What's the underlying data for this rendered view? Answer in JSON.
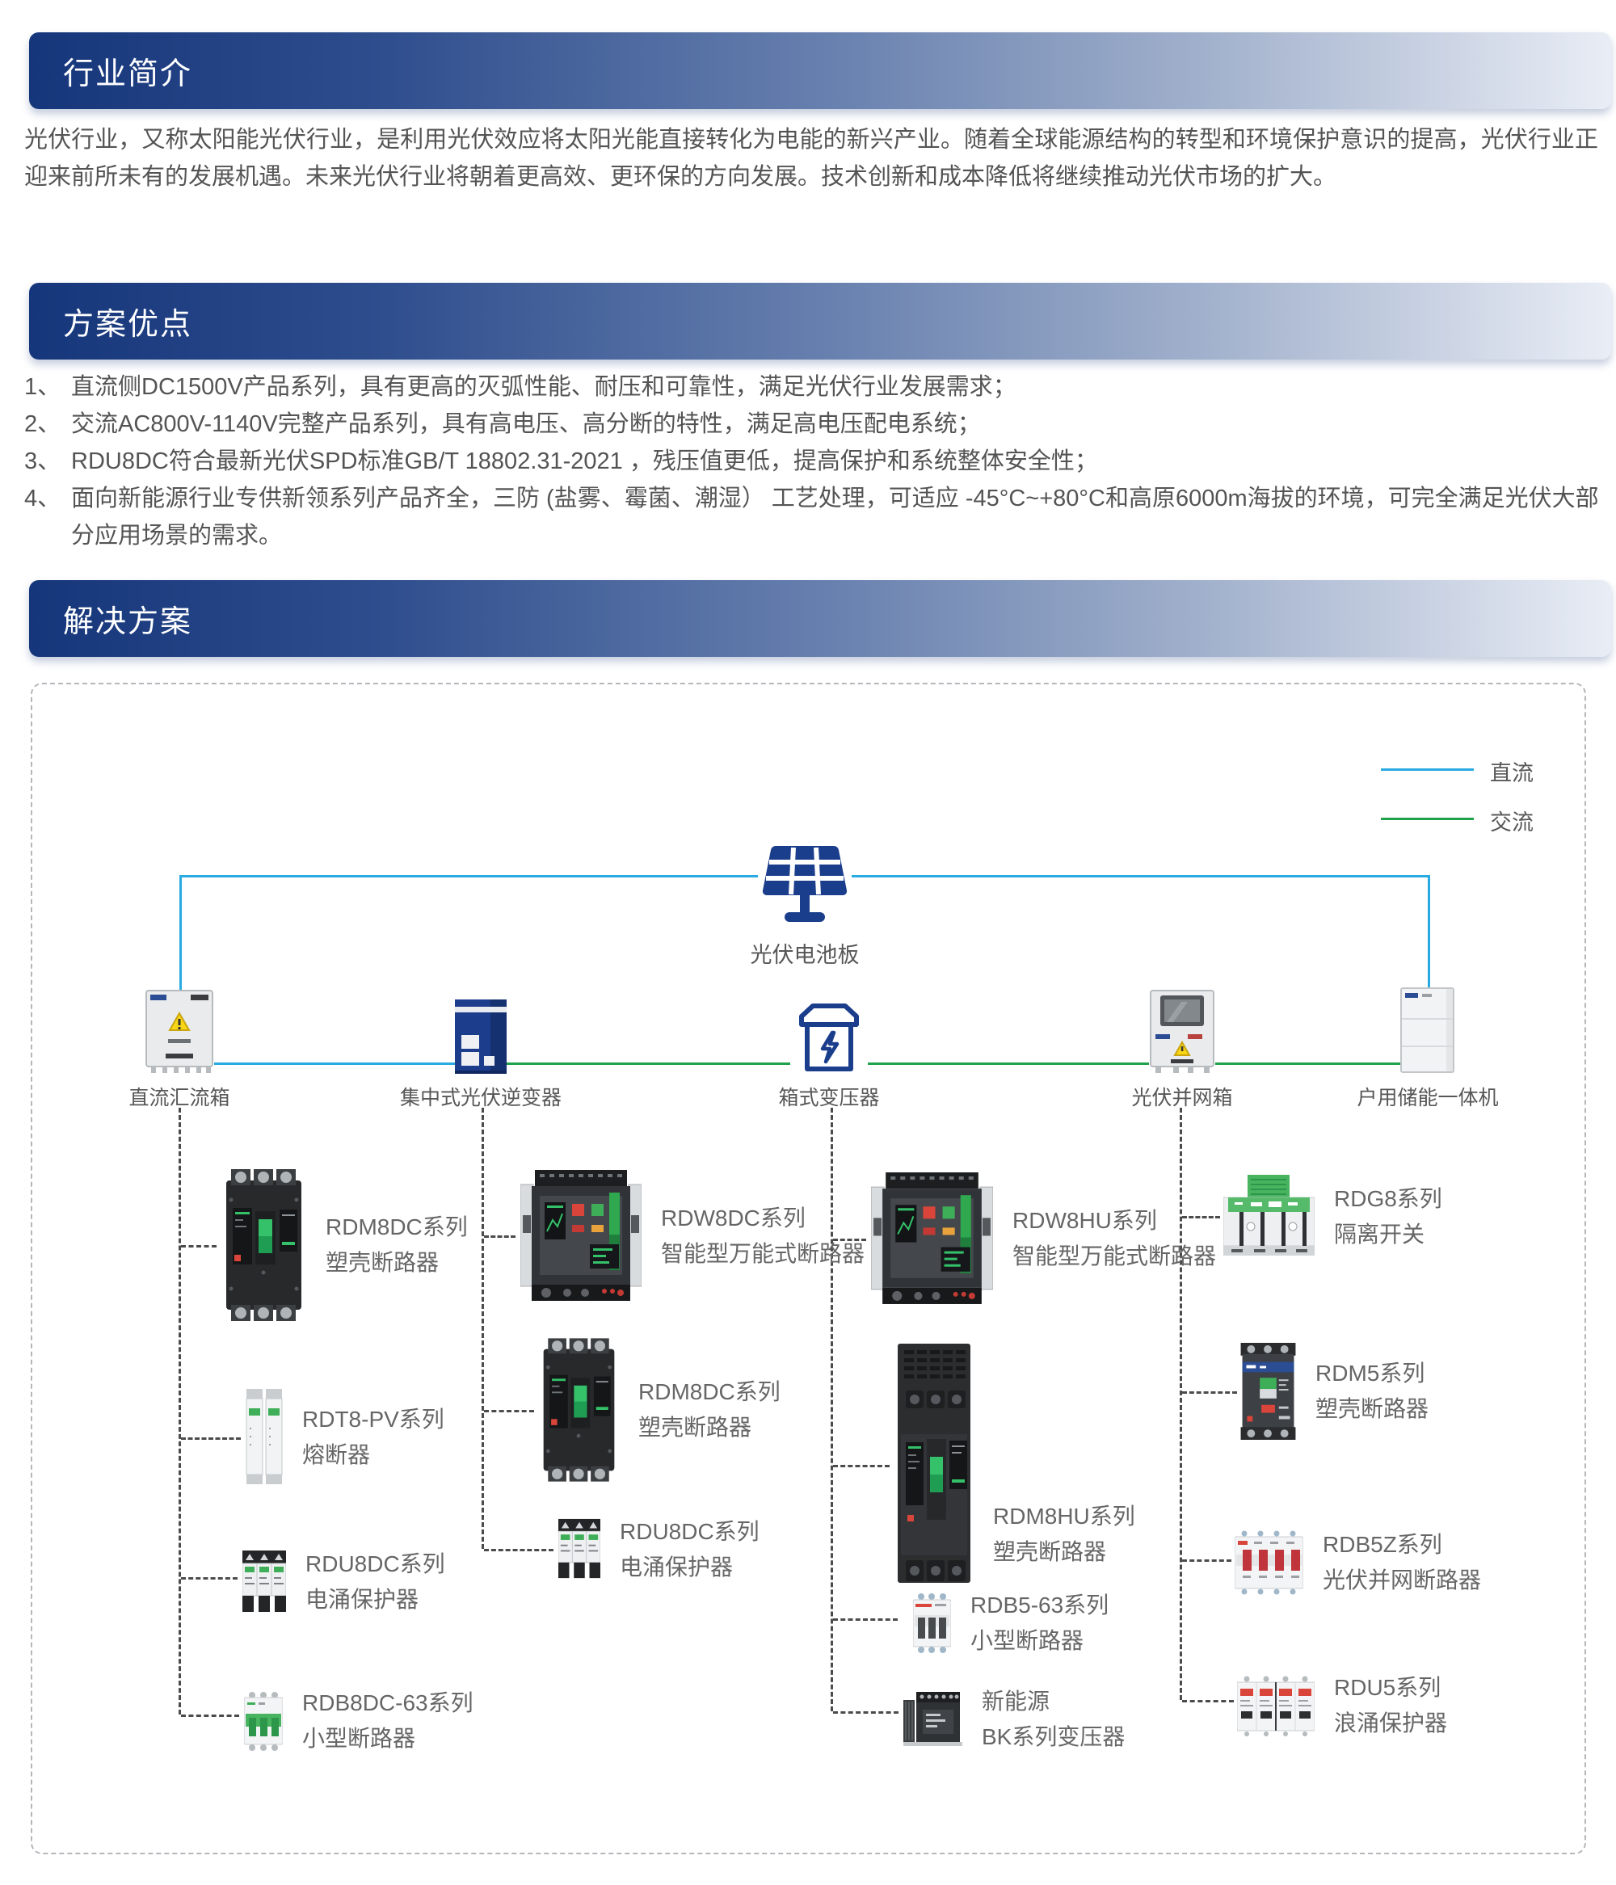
{
  "intro": {
    "title": "行业简介",
    "body": "光伏行业，又称太阳能光伏行业，是利用光伏效应将太阳光能直接转化为电能的新兴产业。随着全球能源结构的转型和环境保护意识的提高，光伏行业正迎来前所未有的发展机遇。未来光伏行业将朝着更高效、更环保的方向发展。技术创新和成本降低将继续推动光伏市场的扩大。"
  },
  "advantages": {
    "title": "方案优点",
    "items": [
      {
        "num": "1、",
        "text": "直流侧DC1500V产品系列，具有更高的灭弧性能、耐压和可靠性，满足光伏行业发展需求；"
      },
      {
        "num": "2、",
        "text": "交流AC800V-1140V完整产品系列，具有高电压、高分断的特性，满足高电压配电系统；"
      },
      {
        "num": "3、",
        "text": "RDU8DC符合最新光伏SPD标准GB/T 18802.31-2021 ，残压值更低，提高保护和系统整体安全性；"
      },
      {
        "num": "4、",
        "text": "面向新能源行业专供新领系列产品齐全，三防 (盐雾、霉菌、潮湿） 工艺处理，可适应 -45°C~+80°C和高原6000m海拔的环境，可完全满足光伏大部分应用场景的需求。"
      }
    ]
  },
  "solution": {
    "title": "解决方案",
    "colors": {
      "accent": "#16367b",
      "dc_line": "#29abe2",
      "ac_line": "#1fa24b",
      "icon_navy": "#1b3e8c"
    },
    "legend": {
      "dc": {
        "label": "直流",
        "color": "#29abe2"
      },
      "ac": {
        "label": "交流",
        "color": "#1fa24b"
      }
    },
    "pv_panel": {
      "label": "光伏电池板"
    },
    "devices": {
      "combiner": {
        "label": "直流汇流箱"
      },
      "inverter": {
        "label": "集中式光伏逆变器"
      },
      "transformer": {
        "label": "箱式变压器"
      },
      "grid_box": {
        "label": "光伏并网箱"
      },
      "storage": {
        "label": "户用储能一体机"
      }
    },
    "products": {
      "c1p1": {
        "series": "RDM8DC系列",
        "name": "塑壳断路器"
      },
      "c1p2": {
        "series": "RDT8-PV系列",
        "name": "熔断器"
      },
      "c1p3": {
        "series": "RDU8DC系列",
        "name": "电涌保护器"
      },
      "c1p4": {
        "series": "RDB8DC-63系列",
        "name": "小型断路器"
      },
      "c2p1": {
        "series": "RDW8DC系列",
        "name": "智能型万能式断路器"
      },
      "c2p2": {
        "series": "RDM8DC系列",
        "name": "塑壳断路器"
      },
      "c2p3": {
        "series": "RDU8DC系列",
        "name": "电涌保护器"
      },
      "c3p1": {
        "series": "RDW8HU系列",
        "name": "智能型万能式断路器"
      },
      "c3p2": {
        "series": "RDM8HU系列",
        "name": "塑壳断路器"
      },
      "c3p3": {
        "series": "RDB5-63系列",
        "name": "小型断路器"
      },
      "c3p4": {
        "series": "新能源",
        "name": "BK系列变压器"
      },
      "c4p1": {
        "series": "RDG8系列",
        "name": "隔离开关"
      },
      "c4p2": {
        "series": "RDM5系列",
        "name": "塑壳断路器"
      },
      "c4p3": {
        "series": "RDB5Z系列",
        "name": "光伏并网断路器"
      },
      "c4p4": {
        "series": "RDU5系列",
        "name": "浪涌保护器"
      }
    }
  }
}
